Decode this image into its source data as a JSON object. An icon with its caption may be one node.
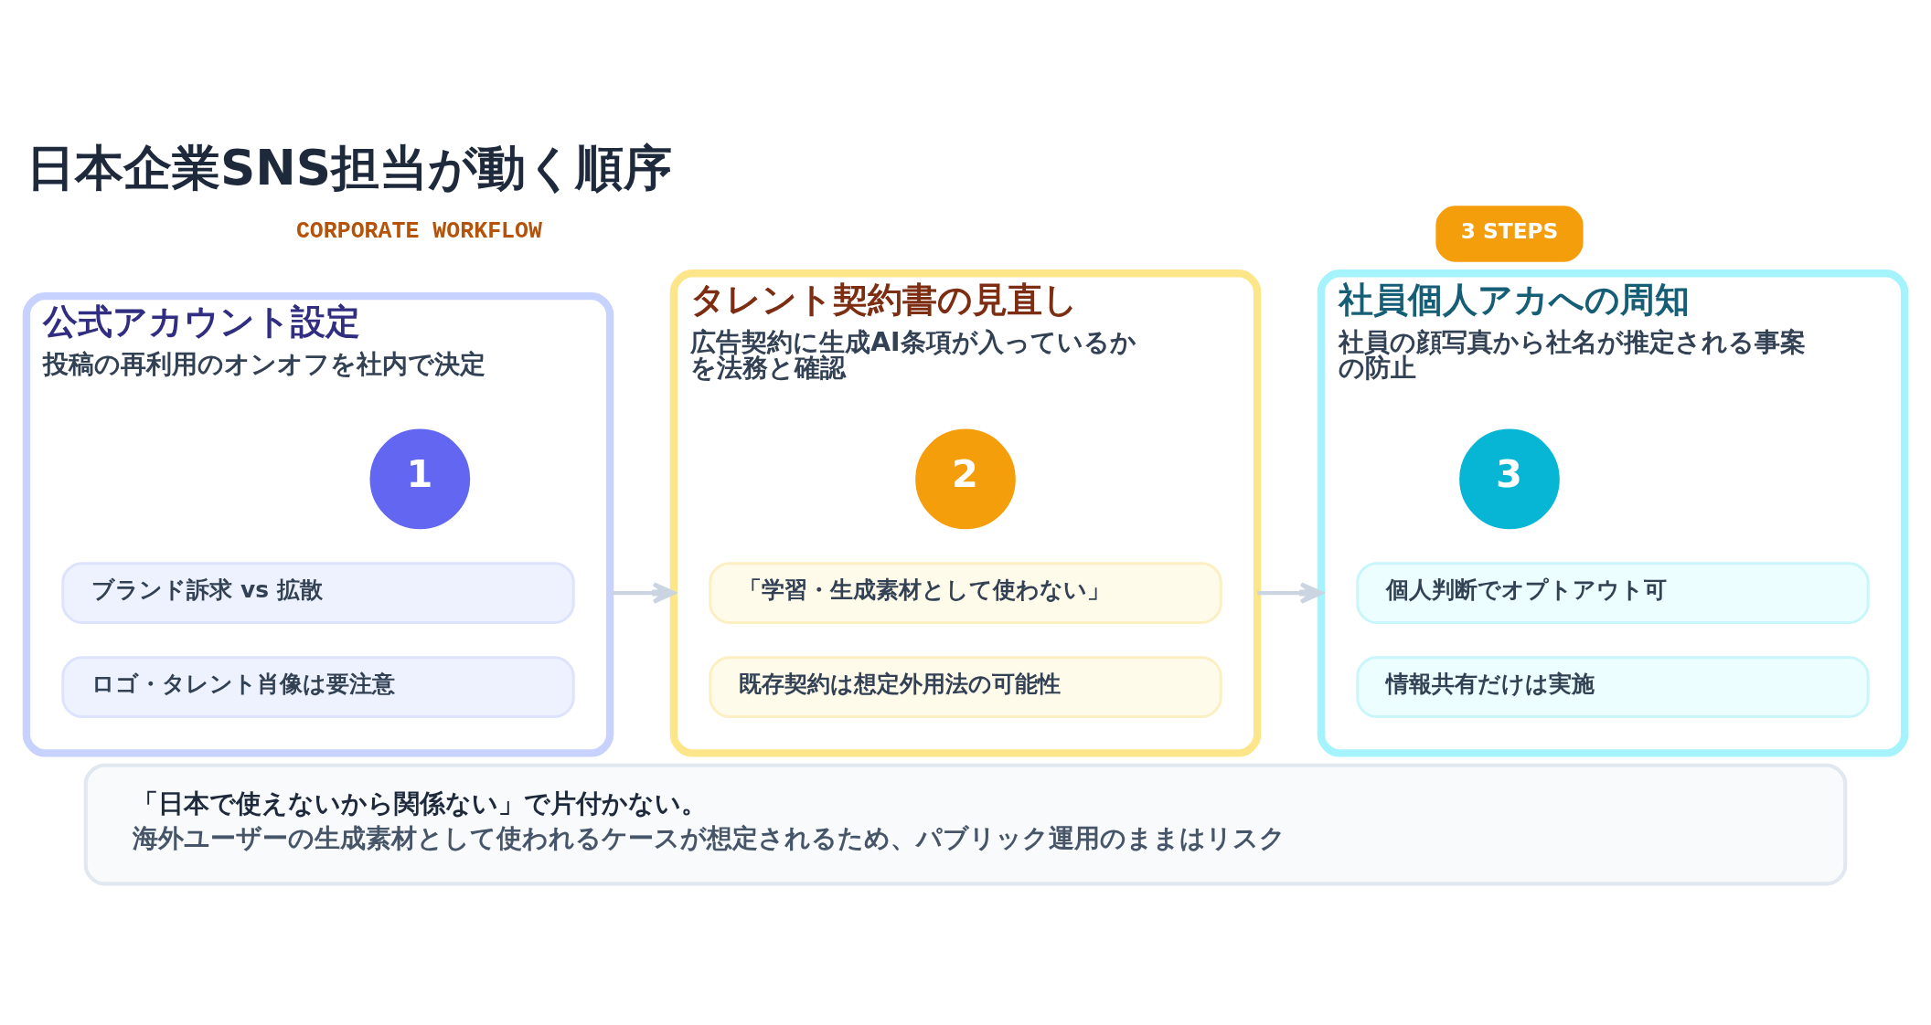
{
  "diagram": {
    "title": "日本企業SNS担当が動く順序",
    "nodes": [
      {
        "text": [
          "3 STEPS"
        ]
      },
      {
        "text": [
          "公式アカウント設定",
          "投稿の再利用のオンオフを社内で決定"
        ]
      },
      {
        "text": [
          "1"
        ],
        "in": 1
      },
      {
        "text": [
          "ブランド訴求 vs 拡散"
        ],
        "in": 1
      },
      {
        "text": [
          "ロゴ・タレント肖像は要注意"
        ],
        "in": 1
      },
      {
        "text": [
          "タレント契約書の見直し",
          "広告契約に生成AI条項が入っているかを法務と確認"
        ]
      },
      {
        "text": [
          "2"
        ],
        "in": 5
      },
      {
        "text": [
          "「学習・生成素材として使わない」"
        ],
        "in": 5
      },
      {
        "text": [
          "既存契約は想定外用法の可能性"
        ],
        "in": 5
      },
      {
        "text": [
          "社員個人アカへの周知",
          "社員の顔写真から社名が推定される事案の防止"
        ]
      },
      {
        "text": [
          "3"
        ],
        "in": 9
      },
      {
        "text": [
          "個人判断でオプトアウト可"
        ],
        "in": 9
      },
      {
        "text": [
          "情報共有だけは実施"
        ],
        "in": 9
      },
      {
        "text": [
          "「日本で使えないから関係ない」で片付かない。",
          "海外ユーザーの生成素材として使われるケースが想定されるため、パブリック運用のままはリスク"
        ]
      }
    ],
    "edges": [
      {
        "from": 1,
        "to": 5,
        "arrow": "to"
      },
      {
        "from": 5,
        "to": 9,
        "arrow": "to"
      }
    ],
    "labels": [
      "CORPORATE WORKFLOW"
    ]
  }
}
